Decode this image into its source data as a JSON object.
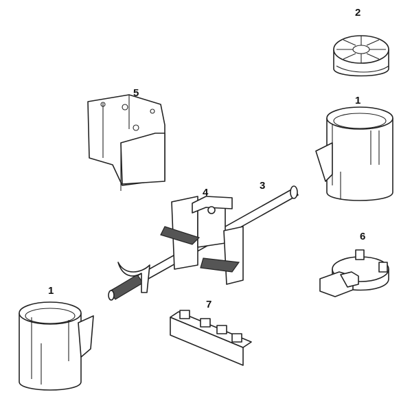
{
  "title": "Parts diagram",
  "labels": {
    "part_2": "2",
    "part_1_top": "1",
    "part_5": "5",
    "part_4": "4",
    "part_3": "3",
    "part_6": "6",
    "part_1_bottom": "1",
    "part_7": "7"
  }
}
